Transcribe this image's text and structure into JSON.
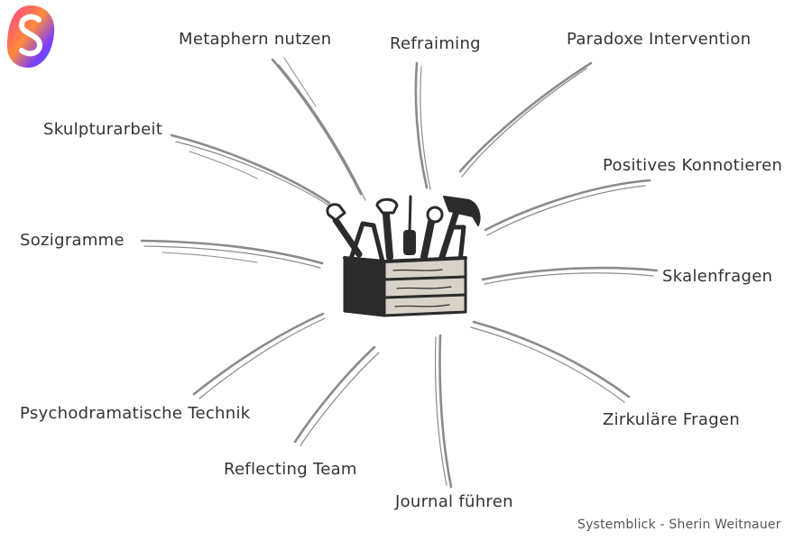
{
  "labels": {
    "metaphern": "Metaphern nutzen",
    "reframing": "Refraiming",
    "paradox": "Paradoxe Intervention",
    "skulptur": "Skulpturarbeit",
    "positiv": "Positives Konnotieren",
    "sozigramme": "Sozigramme",
    "skalen": "Skalenfragen",
    "psychodrama": "Psychodramatische Technik",
    "zirkulaer": "Zirkuläre Fragen",
    "reflecting": "Reflecting Team",
    "journal": "Journal führen"
  },
  "credit": "Systemblick - Sherin Weitnauer",
  "colors": {
    "text": "#333333",
    "stroke": "#777777",
    "toolbox": "#2b2b2b",
    "wood": "#d8d2c8",
    "logo_gradient": [
      "#ff3c8e",
      "#ff8a3c",
      "#3c7dff",
      "#7a3cff"
    ]
  },
  "icons": {
    "logo": "s-logo-icon",
    "center": "toolbox-icon"
  }
}
